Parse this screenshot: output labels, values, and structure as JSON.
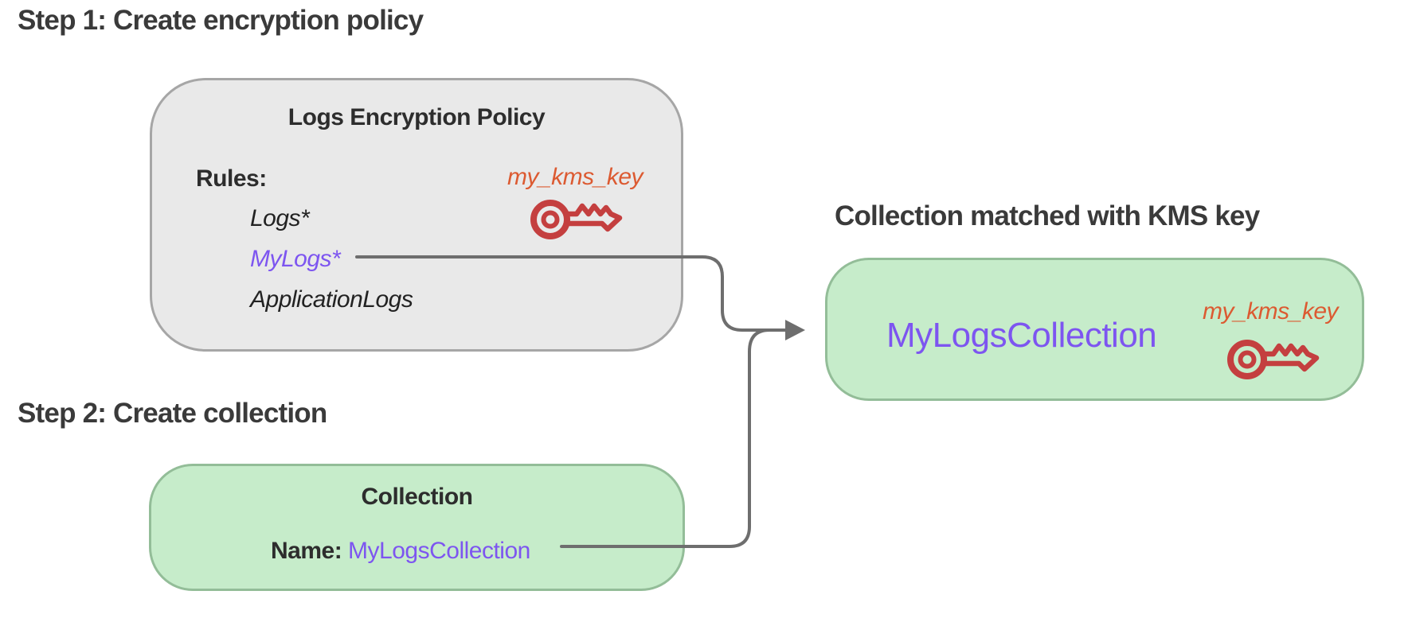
{
  "headings": {
    "step1": "Step 1: Create encryption policy",
    "step2": "Step 2: Create collection",
    "matched": "Collection matched with KMS key"
  },
  "policy_box": {
    "title": "Logs Encryption Policy",
    "rules_label": "Rules:",
    "rules": [
      {
        "label": "Logs*",
        "matched": false
      },
      {
        "label": "MyLogs*",
        "matched": true
      },
      {
        "label": "ApplicationLogs",
        "matched": false
      }
    ],
    "kms_key_label": "my_kms_key",
    "kms_key_icon": "key-icon"
  },
  "collection_box": {
    "title": "Collection",
    "name_label": "Name:",
    "name_value": "MyLogsCollection"
  },
  "matched_box": {
    "collection_name": "MyLogsCollection",
    "kms_key_label": "my_kms_key",
    "kms_key_icon": "key-icon"
  },
  "connectors": {
    "from_rule": "MyLogs*",
    "from_name": "MyLogsCollection",
    "to": "MyLogsCollection box"
  },
  "colors": {
    "heading_text": "#3a3a3a",
    "body_text": "#2d2d2d",
    "policy_box_fill": "#e9e9e9",
    "policy_box_border": "#a6a6a6",
    "collection_box_fill": "#c6ecca",
    "collection_box_border": "#93bd98",
    "match_purple": "#7d55f0",
    "kms_orange": "#dc5a31",
    "key_red": "#c43f3f",
    "connector_gray": "#6e6e6e"
  }
}
